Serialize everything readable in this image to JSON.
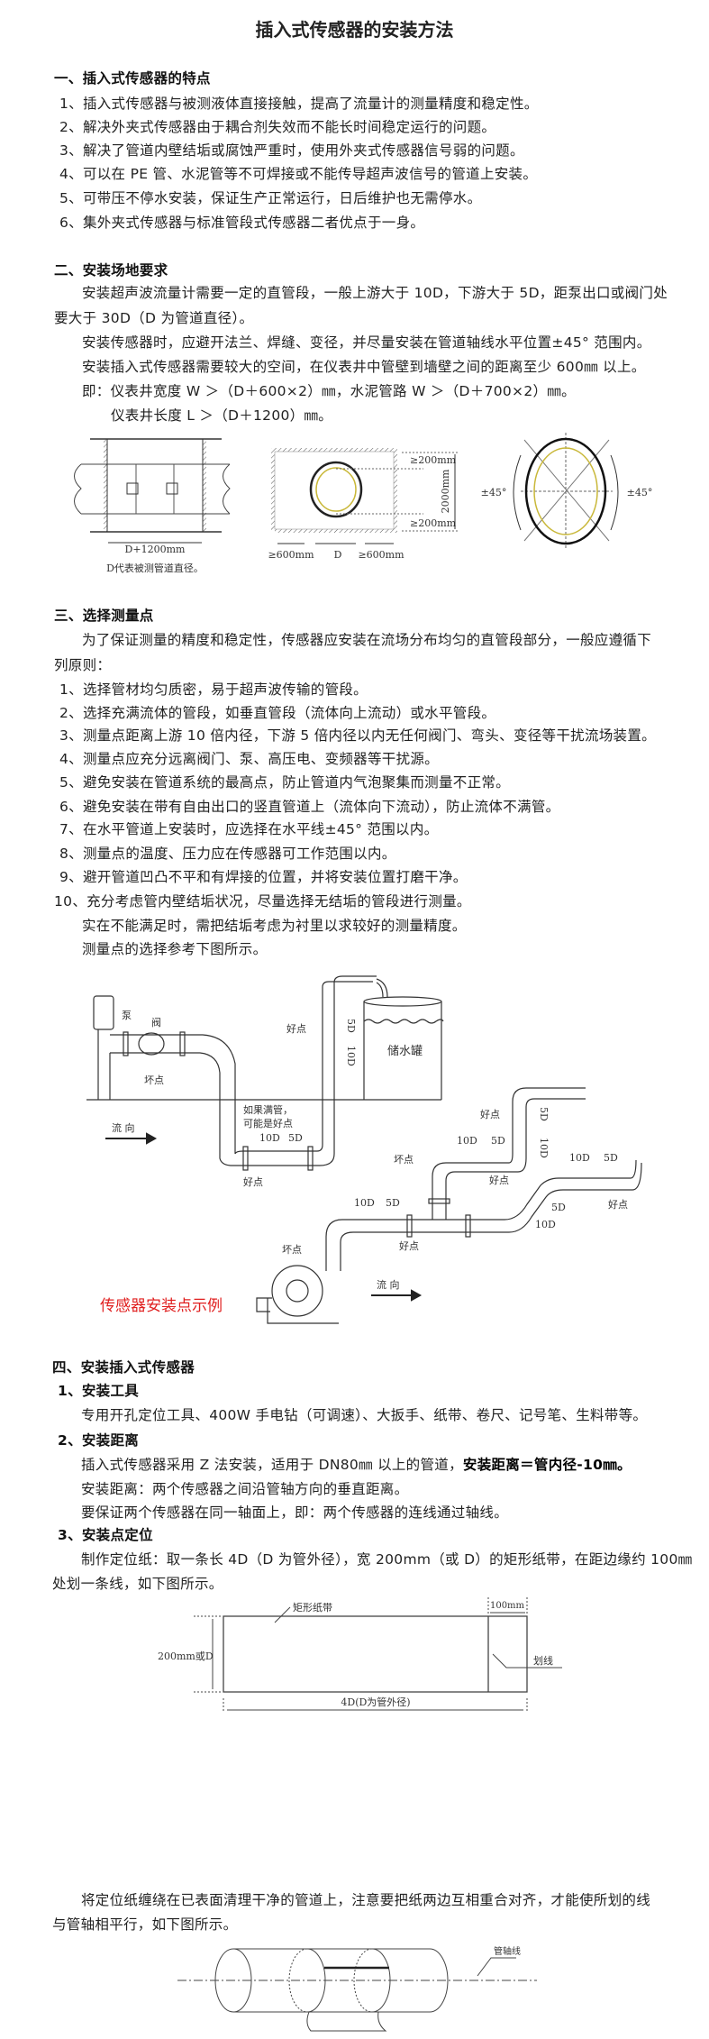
{
  "title": "插入式传感器的安装方法",
  "s1": {
    "heading": "一、插入式传感器的特点",
    "items": [
      "1、插入式传感器与被测液体直接接触，提高了流量计的测量精度和稳定性。",
      "2、解决外夹式传感器由于耦合剂失效而不能长时间稳定运行的问题。",
      "3、解决了管道内壁结垢或腐蚀严重时，使用外夹式传感器信号弱的问题。",
      "4、可以在 PE 管、水泥管等不可焊接或不能传导超声波信号的管道上安装。",
      "5、可带压不停水安装，保证生产正常运行，日后维护也无需停水。",
      "6、集外夹式传感器与标准管段式传感器二者优点于一身。"
    ]
  },
  "s2": {
    "heading": "二、安装场地要求",
    "lines": [
      "安装超声波流量计需要一定的直管段，一般上游大于 10D，下游大于 5D，距泵出口或阀门处",
      "要大于 30D（D 为管道直径）。",
      "安装传感器时，应避开法兰、焊缝、变径，并尽量安装在管道轴线水平位置±45° 范围内。",
      "安装插入式传感器需要较大的空间，在仪表井中管壁到墙壁之间的距离至少 600㎜ 以上。",
      "即：仪表井宽度 W ＞（D＋600×2）㎜，水泥管路 W ＞（D＋700×2）㎜。",
      "仪表井长度 L ＞（D＋1200）㎜。"
    ],
    "diagram": {
      "length_label": "D+1200mm",
      "note": "D代表被测管道直径。",
      "top_gap": "≥200mm",
      "height": "2000mm",
      "bottom_gap": "≥200mm",
      "left_gap": "≥600mm",
      "diameter": "D",
      "right_gap": "≥600mm",
      "angle_left": "±45°",
      "angle_right": "±45°"
    }
  },
  "s3": {
    "heading": "三、选择测量点",
    "intro": [
      "为了保证测量的精度和稳定性，传感器应安装在流场分布均匀的直管段部分，一般应遵循下",
      "列原则："
    ],
    "items": [
      "1、选择管材均匀质密，易于超声波传输的管段。",
      "2、选择充满流体的管段，如垂直管段（流体向上流动）或水平管段。",
      "3、测量点距离上游 10 倍内径，下游 5 倍内径以内无任何阀门、弯头、变径等干扰流场装置。",
      "4、测量点应充分远离阀门、泵、高压电、变频器等干扰源。",
      "5、避免安装在管道系统的最高点，防止管道内气泡聚集而测量不正常。",
      "6、避免安装在带有自由出口的竖直管道上（流体向下流动），防止流体不满管。",
      "7、在水平管道上安装时，应选择在水平线±45° 范围以内。",
      "8、测量点的温度、压力应在传感器可工作范围以内。",
      "9、避开管道凹凸不平和有焊接的位置，并将安装位置打磨干净。",
      "10、充分考虑管内壁结垢状况，尽量选择无结垢的管段进行测量。"
    ],
    "after": [
      "实在不能满足时，需把结垢考虑为衬里以求较好的测量精度。",
      "测量点的选择参考下图所示。"
    ],
    "diagram": {
      "pump": "泵",
      "valve": "阀",
      "bad": "坏点",
      "good": "好点",
      "tank": "储水罐",
      "full_pipe_1": "如果满管，",
      "full_pipe_2": "可能是好点",
      "flow": "流 向",
      "d10": "10D",
      "d5": "5D",
      "caption": "传感器安装点示例",
      "caption_color": "#e02020"
    }
  },
  "s4": {
    "heading": "四、安装插入式传感器",
    "tools_heading": "1、安装工具",
    "tools_text": "专用开孔定位工具、400W 手电钻（可调速）、大扳手、纸带、卷尺、记号笔、生料带等。",
    "dist_heading": "2、安装距离",
    "dist_text_a": "插入式传感器采用 Z 法安装，适用于 DN80㎜ 以上的管道，",
    "dist_text_b": "安装距离＝管内径-10㎜。",
    "dist_line2": "安装距离：两个传感器之间沿管轴方向的垂直距离。",
    "dist_line3": "要保证两个传感器在同一轴面上，即：两个传感器的连线通过轴线。",
    "pos_heading": "3、安装点定位",
    "pos_lines": [
      "制作定位纸：取一条长 4D（D 为管外径），宽 200mm（或 D）的矩形纸带，在距边缘约 100㎜",
      "处划一条线，如下图所示。"
    ],
    "paper": {
      "strip": "矩形纸带",
      "margin": "100mm",
      "width": "200mm或D",
      "line": "划线",
      "length": "4D(D为管外径)"
    },
    "wrap_lines": [
      "将定位纸缠绕在已表面清理干净的管道上，注意要把纸两边互相重合对齐，才能使所划的线",
      "与管轴相平行，如下图所示。"
    ],
    "axis_label": "管轴线"
  }
}
